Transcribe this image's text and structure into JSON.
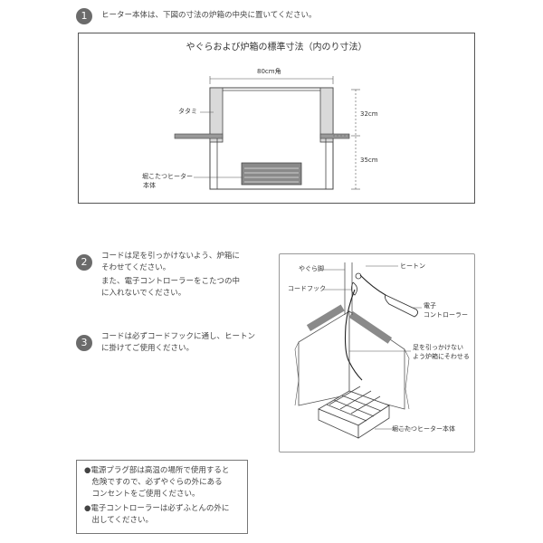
{
  "step1": {
    "number": "1",
    "text": "ヒーター本体は、下図の寸法の炉箱の中央に置いてください。"
  },
  "diagram1": {
    "title": "やぐらおよび炉箱の標準寸法（内のり寸法）",
    "width_label": "80cm角",
    "tatami_label": "タタミ",
    "height_upper_label": "32cm",
    "height_lower_label": "35cm",
    "heater_label_line1": "堀こたつヒーター",
    "heater_label_line2": "本体"
  },
  "step2": {
    "number": "2",
    "lines": [
      "コードは足を引っかけないよう、炉箱に",
      "そわせてください。",
      "また、電子コントローラーをこたつの中",
      "に入れないでください。"
    ]
  },
  "step3": {
    "number": "3",
    "lines": [
      "コードは必ずコードフックに通し、ヒートン",
      "に掛けてご使用ください。"
    ]
  },
  "diagram2": {
    "yagura_label": "やぐら脚",
    "heaton_label": "ヒートン",
    "cord_hook_label": "コードフック",
    "controller_label_line1": "電子",
    "controller_label_line2": "コントローラー",
    "cord_note_line1": "足を引っかけない",
    "cord_note_line2": "よう炉箱にそわせる",
    "heater_label": "堀こたつヒーター本体"
  },
  "notes": {
    "lines": [
      "●電源プラグ部は高温の場所で使用すると",
      "　危険ですので、必ずやぐらの外にある",
      "　コンセントをご使用ください。",
      "●電子コントローラーは必ずふとんの外に",
      "　出してください。"
    ]
  }
}
